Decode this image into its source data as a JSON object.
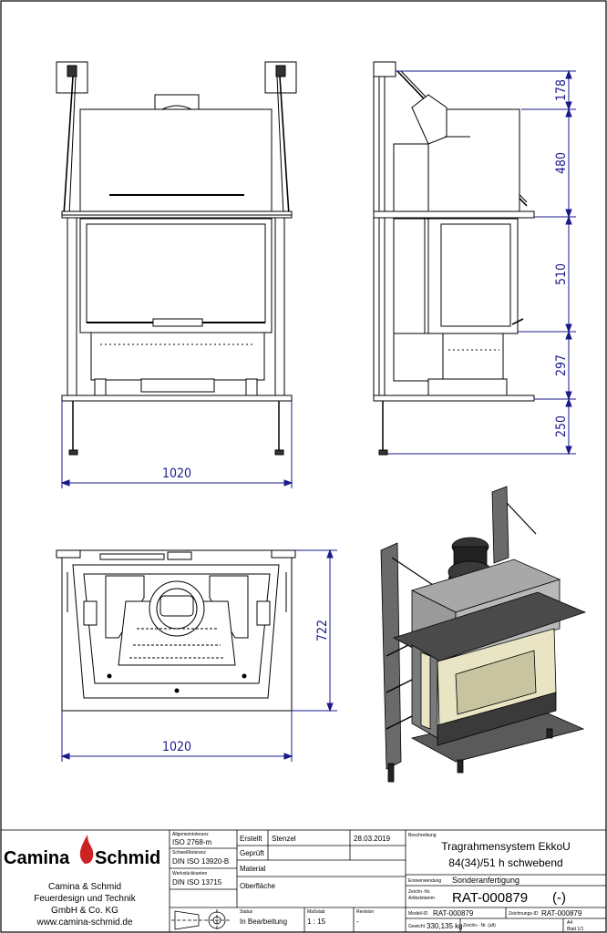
{
  "dimensions": {
    "front_width": "1020",
    "side_h1": "178",
    "side_h2": "480",
    "side_h3": "510",
    "side_h4": "297",
    "side_h5": "250",
    "top_depth": "722",
    "top_width": "1020"
  },
  "title_block": {
    "logo_left": "Camina",
    "logo_right": "Schmid",
    "company_line1": "Camina & Schmid",
    "company_line2": "Feuerdesign und Technik",
    "company_line3": "GmbH & Co. KG",
    "website": "www.camina-schmid.de",
    "tol_label": "Allgemeintoleranz",
    "tol_value": "ISO 2768-m",
    "weld_label": "Schweißtoleranz",
    "weld_value": "DIN ISO 13920-B",
    "edge_label": "Werkstückkanten",
    "edge_value": "DIN ISO 13715",
    "erstellt_label": "Erstellt",
    "erstellt_value": "Stenzel",
    "date_value": "28.03.2019",
    "geprueft_label": "Geprüft",
    "material_label": "Material",
    "oberflaeche_label": "Oberfläche",
    "status_label": "Status",
    "status_value": "In Bearbeitung",
    "massstab_label": "Maßstab",
    "massstab_value": "1 : 15",
    "revision_label": "Revision",
    "revision_value": "-",
    "beschreibung_label": "Beschreibung",
    "beschreibung_line1": "Tragrahmensystem EkkoU",
    "beschreibung_line2": "84(34)/51 h schwebend",
    "erstverwendung_label": "Erstverwendung",
    "erstverwendung_value": "Sonderanfertigung",
    "zeichnr_label1": "Zeichn.-Nr.",
    "zeichnr_label2": "Artikelstamm",
    "zeichnr_value": "RAT-000879",
    "zeichnr_suffix": "(-)",
    "modell_label": "Modell-ID",
    "modell_value": "RAT-000879",
    "zeichnungs_label": "Zeichnungs-ID",
    "zeichnungs_value": "RAT-000879",
    "gewicht_label": "Gewicht",
    "gewicht_value": "330,135 kg",
    "zeichn_nr_alt": "Zeichn.- Nr. (alt)",
    "format_value": "A4",
    "blatt_value": "Blatt 1/1"
  },
  "colors": {
    "dimension": "#1a1a8c",
    "line": "#000000",
    "steel": "#7a7a7a",
    "steel_dark": "#3a3a3a",
    "glass": "#e8e4c4",
    "logo_flame": "#cc2222"
  }
}
